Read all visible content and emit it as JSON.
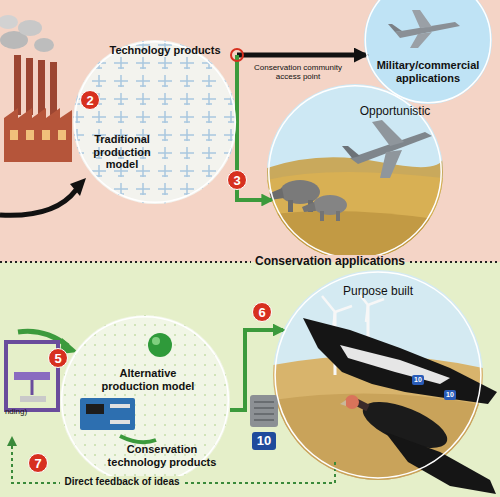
{
  "diagram": {
    "nodes": [
      {
        "text": [
          "Technology products",
          "Traditional production model"
        ]
      },
      {
        "text": [
          "Military/commercial applications"
        ]
      },
      {
        "text": [
          "Opportunistic"
        ]
      },
      {
        "text": [
          "Alternative production model",
          "Conservation technology products"
        ]
      },
      {
        "text": [
          "Purpose built"
        ]
      }
    ],
    "edges": [
      {
        "from": 0,
        "to": 1,
        "arrow": "to"
      },
      {
        "from": 0,
        "to": 2,
        "arrow": "to"
      },
      {
        "from": 3,
        "to": 4,
        "arrow": "to"
      }
    ],
    "labels": [
      "2",
      "Conservation community access point",
      "3",
      "Conservation applications",
      "nding)",
      "5",
      "6",
      "10",
      "10",
      "10",
      "7",
      "Direct feedback of ideas"
    ]
  }
}
